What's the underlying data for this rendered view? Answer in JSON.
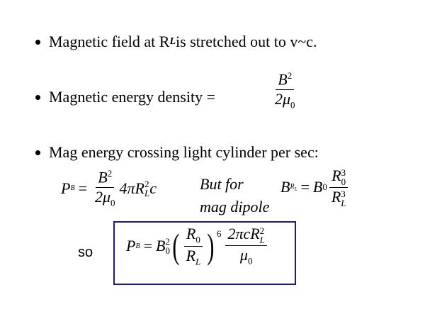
{
  "bullets": [
    {
      "pre": "Magnetic field at R",
      "sub": "L",
      "post": " is stretched out to v~c."
    },
    {
      "text": "Magnetic energy density ="
    },
    {
      "text": "Mag energy crossing light cylinder per sec:"
    }
  ],
  "energy_density": {
    "num": "B",
    "num_exp": "2",
    "den": "2μ",
    "den_sub": "0"
  },
  "eq1": {
    "lhs": "P",
    "lhs_sub": "B",
    "eq": "=",
    "num": "B",
    "num_exp": "2",
    "den": "2μ",
    "den_sub": "0",
    "tail": "4πR",
    "tail_sub": "L",
    "tail_exp": "2",
    "tail_end": "c"
  },
  "note": {
    "line1": "But for",
    "line2": "mag dipole"
  },
  "eq2": {
    "lhs": "B",
    "lhs_sub": "R",
    "lhs_subsub": "L",
    "eq": "=",
    "b0": "B",
    "b0_sub": "0",
    "num": "R",
    "num_sub": "0",
    "num_exp": "3",
    "den": "R",
    "den_sub": "L",
    "den_exp": "3"
  },
  "so_label": "so",
  "boxed": {
    "lhs": "P",
    "lhs_sub": "B",
    "eq": "=",
    "b": "B",
    "b_sub": "0",
    "b_exp": "2",
    "lparen": "(",
    "rparen": ")",
    "pnum": "R",
    "pnum_sub": "0",
    "pden": "R",
    "pden_sub": "L",
    "p_exp": "6",
    "num": "2πcR",
    "num_sub": "L",
    "num_exp": "2",
    "den": "μ",
    "den_sub": "0"
  },
  "colors": {
    "box_border": "#1a1a8c"
  }
}
